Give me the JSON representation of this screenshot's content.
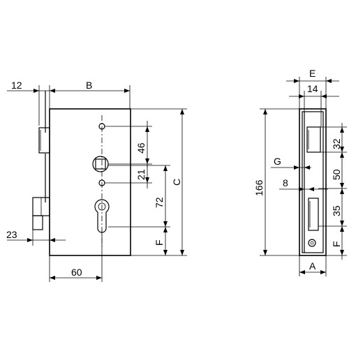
{
  "front_view": {
    "dims": {
      "left_12": "12",
      "width_b": "B",
      "height_c": "C",
      "hole_46": "46",
      "hole_21": "21",
      "hole_72": "72",
      "bottom_f": "F",
      "offset_23": "23",
      "width_60": "60"
    }
  },
  "side_view": {
    "dims": {
      "e": "E",
      "w_14": "14",
      "h_166": "166",
      "g": "G",
      "w_8": "8",
      "h_32": "32",
      "h_50": "50",
      "h_35": "35",
      "f": "F",
      "a": "A"
    }
  }
}
